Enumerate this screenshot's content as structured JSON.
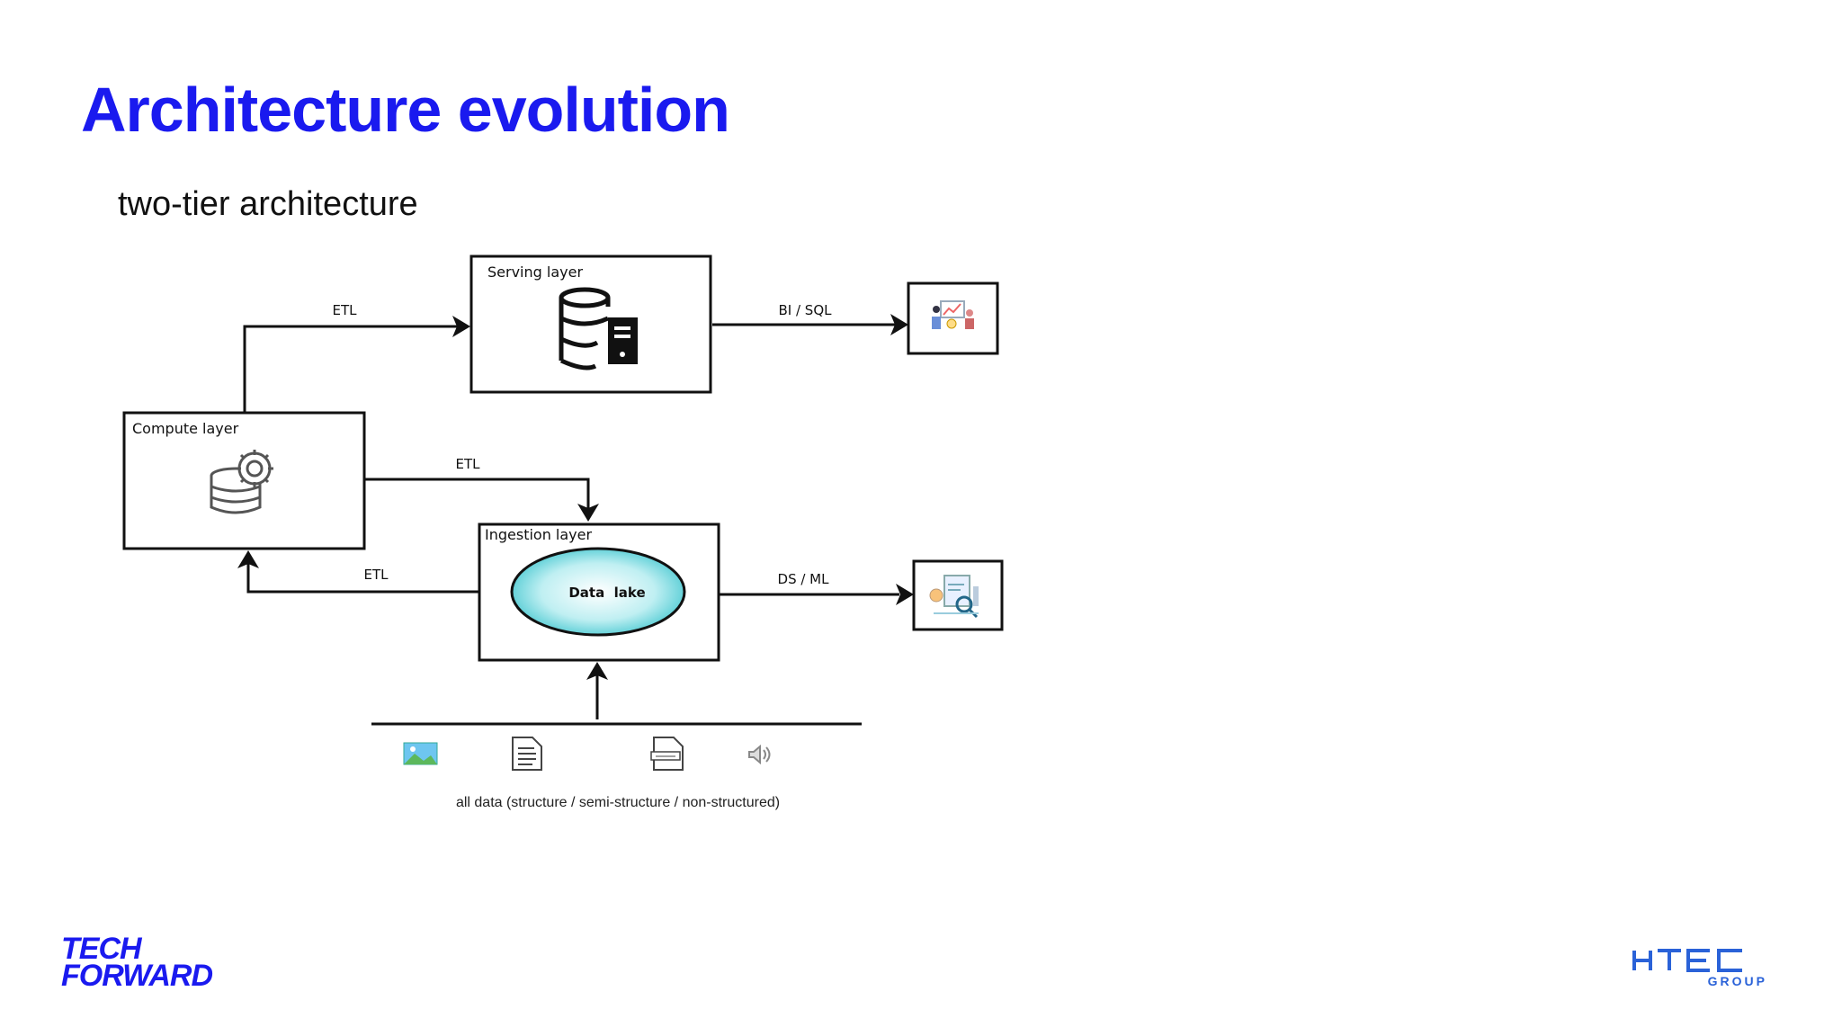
{
  "slide": {
    "title": "Architecture evolution",
    "subtitle": "two-tier architecture"
  },
  "diagram": {
    "serving_layer": {
      "label": "Serving layer"
    },
    "compute_layer": {
      "label": "Compute layer"
    },
    "ingestion_layer": {
      "label": "Ingestion layer",
      "data_lake": "Data  lake"
    },
    "edges": {
      "compute_to_serving": "ETL",
      "serving_to_bi": "BI / SQL",
      "compute_to_ingestion": "ETL",
      "ingestion_to_compute": "ETL",
      "ingestion_to_ds": "DS / ML"
    },
    "sources_caption": "all data (structure / semi-structure / non-structured)",
    "colors": {
      "data_lake_fill": "#3cc7cf",
      "box_stroke": "#111111"
    }
  },
  "branding": {
    "tech_forward_line1": "TECH",
    "tech_forward_line2": "FORWARD",
    "htec": "HTEC",
    "htec_group": "GROUP",
    "accent_color": "#1a1aef"
  }
}
